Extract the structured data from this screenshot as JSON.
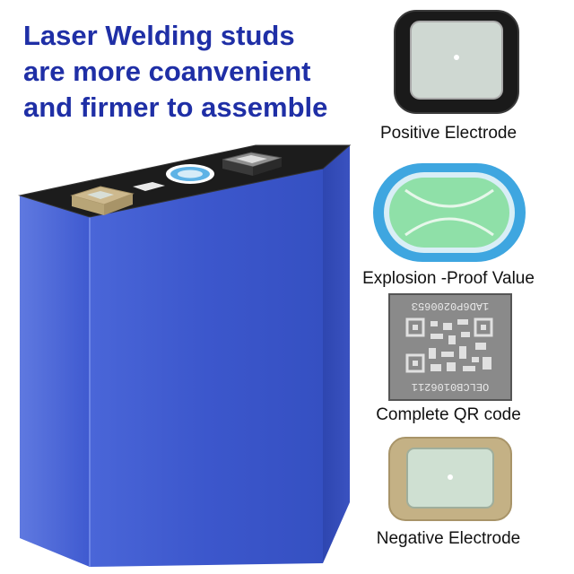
{
  "headline": {
    "line1": "Laser Welding studs",
    "line2": "are more coanvenient",
    "line3": "and firmer to assemble"
  },
  "features": [
    {
      "label": "Positive Electrode",
      "icon": "positive-electrode-icon"
    },
    {
      "label": "Explosion -Proof Value",
      "icon": "explosion-proof-valve-icon"
    },
    {
      "label": "Complete QR code",
      "icon": "qr-code-icon",
      "code_top": "1AD6P020065З",
      "code_bottom": "OELCB0106211"
    },
    {
      "label": "Negative Electrode",
      "icon": "negative-electrode-icon"
    }
  ],
  "colors": {
    "headline": "#1f2fa6",
    "battery_body": "#3f5bd0",
    "battery_top": "#1c1c1c",
    "valve": "#4aa9e0",
    "negative_terminal": "#c9b78c"
  }
}
